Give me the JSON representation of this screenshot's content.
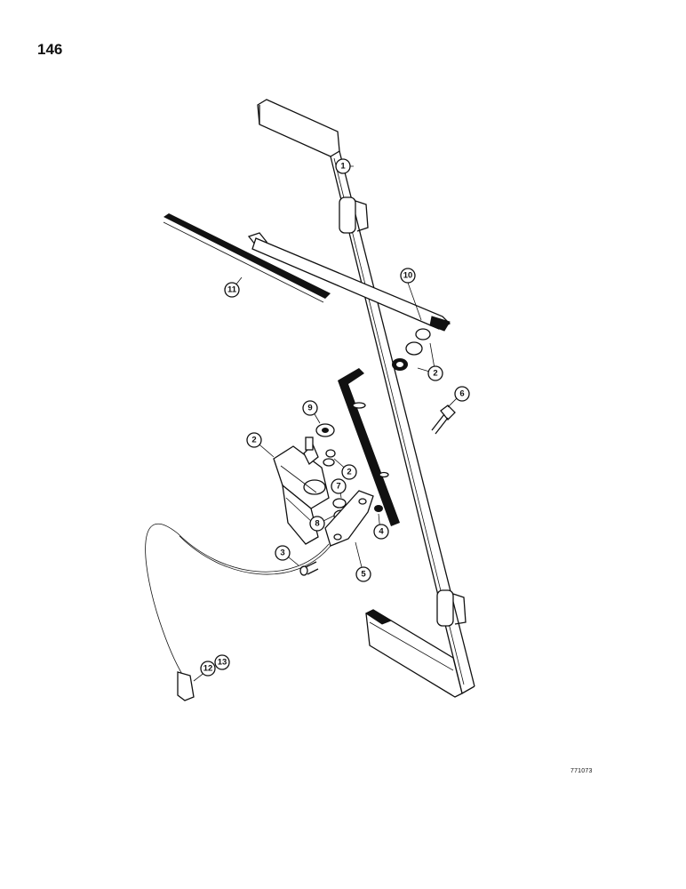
{
  "page": {
    "number": "146",
    "catalog_number": "771073"
  },
  "callouts": [
    {
      "id": "c1",
      "label": "1"
    },
    {
      "id": "c10",
      "label": "10"
    },
    {
      "id": "c11",
      "label": "11"
    },
    {
      "id": "c2a",
      "label": "2"
    },
    {
      "id": "c6",
      "label": "6"
    },
    {
      "id": "c9",
      "label": "9"
    },
    {
      "id": "c2b",
      "label": "2"
    },
    {
      "id": "c2c",
      "label": "2"
    },
    {
      "id": "c7",
      "label": "7"
    },
    {
      "id": "c8",
      "label": "8"
    },
    {
      "id": "c4",
      "label": "4"
    },
    {
      "id": "c3",
      "label": "3"
    },
    {
      "id": "c5",
      "label": "5"
    },
    {
      "id": "c12",
      "label": "12"
    },
    {
      "id": "c13",
      "label": "13"
    }
  ]
}
